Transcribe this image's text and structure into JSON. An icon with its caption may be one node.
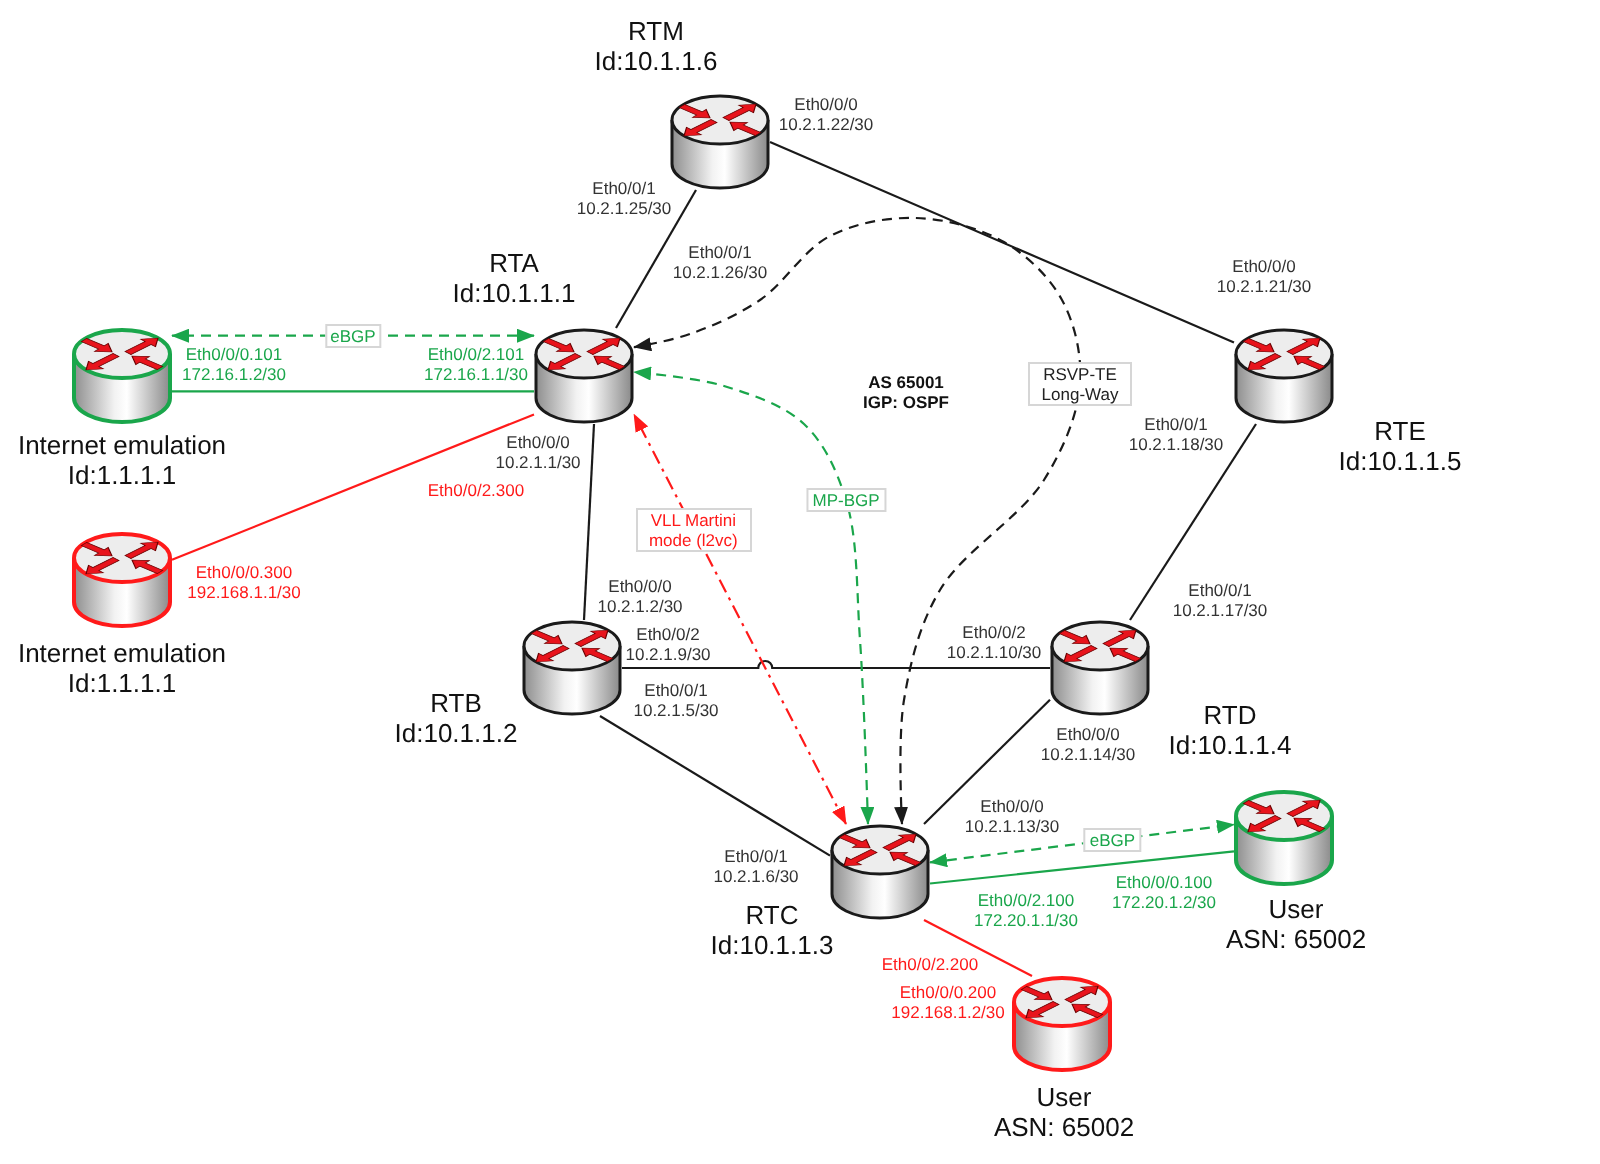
{
  "diagram": {
    "nodes": [
      {
        "text": [
          "RTM",
          "Id:10.1.1.6"
        ],
        "beside": [
          "Eth0/0/0 10.2.1.22/30",
          "Eth0/0/1 10.2.1.25/30"
        ]
      },
      {
        "text": [
          "RTA",
          "Id:10.1.1.1"
        ],
        "beside": [
          "Eth0/0/1 10.2.1.26/30",
          "Eth0/0/2.101 172.16.1.1/30",
          "Eth0/0/2.300",
          "Eth0/0/0 10.2.1.1/30"
        ]
      },
      {
        "text": [
          "Internet emulation",
          "Id:1.1.1.1"
        ],
        "beside": [
          "Eth0/0/0.101 172.16.1.2/30"
        ]
      },
      {
        "text": [
          "RTE",
          "Id:10.1.1.5"
        ],
        "beside": [
          "Eth0/0/0 10.2.1.21/30",
          "Eth0/0/1 10.2.1.18/30"
        ]
      },
      {
        "text": [
          "Internet emulation",
          "Id:1.1.1.1"
        ],
        "beside": [
          "Eth0/0/0.300 192.168.1.1/30"
        ]
      },
      {
        "text": [
          "RTB",
          "Id:10.1.1.2"
        ],
        "beside": [
          "Eth0/0/0 10.2.1.2/30",
          "Eth0/0/2 10.2.1.9/30",
          "Eth0/0/1 10.2.1.5/30"
        ]
      },
      {
        "text": [
          "RTD",
          "Id:10.1.1.4"
        ],
        "beside": [
          "Eth0/0/1 10.2.1.17/30",
          "Eth0/0/2 10.2.1.10/30",
          "Eth0/0/0 10.2.1.14/30"
        ]
      },
      {
        "text": [
          "RTC",
          "Id:10.1.1.3"
        ],
        "beside": [
          "Eth0/0/1 10.2.1.6/30",
          "Eth0/0/0 10.2.1.13/30",
          "Eth0/0/2.100 172.20.1.1/30",
          "Eth0/0/2.200"
        ]
      },
      {
        "text": [
          "User",
          "ASN: 65002"
        ],
        "beside": [
          "Eth0/0/0.100 172.20.1.2/30"
        ]
      },
      {
        "text": [
          "User",
          "ASN: 65002"
        ],
        "beside": [
          "Eth0/0/0.200 192.168.1.2/30"
        ]
      }
    ],
    "edges": [
      {
        "from": 0,
        "to": 1,
        "arrow": "none"
      },
      {
        "from": 0,
        "to": 3,
        "arrow": "none"
      },
      {
        "from": 1,
        "to": 2,
        "arrow": "none",
        "color": "#1aa64b"
      },
      {
        "from": 1,
        "to": 2,
        "arrow": "both",
        "label": "eBGP",
        "style": "dashed",
        "color": "#1aa64b"
      },
      {
        "from": 1,
        "to": 4,
        "arrow": "none",
        "color": "#ff1a1a"
      },
      {
        "from": 1,
        "to": 5,
        "arrow": "none"
      },
      {
        "from": 5,
        "to": 6,
        "arrow": "none"
      },
      {
        "from": 5,
        "to": 7,
        "arrow": "none"
      },
      {
        "from": 3,
        "to": 6,
        "arrow": "none"
      },
      {
        "from": 6,
        "to": 7,
        "arrow": "none"
      },
      {
        "from": 7,
        "to": 8,
        "arrow": "none",
        "color": "#1aa64b"
      },
      {
        "from": 7,
        "to": 8,
        "arrow": "both",
        "label": "eBGP",
        "style": "dashed",
        "color": "#1aa64b"
      },
      {
        "from": 7,
        "to": 9,
        "arrow": "none",
        "color": "#ff1a1a"
      },
      {
        "from": 7,
        "to": 1,
        "arrow": "both",
        "label": "VLL Martini mode (l2vc)",
        "style": "dashed",
        "color": "#ff1a1a"
      },
      {
        "from": 7,
        "to": 1,
        "arrow": "both",
        "label": "MP-BGP",
        "style": "dashed",
        "color": "#1aa64b"
      },
      {
        "from": 7,
        "to": 1,
        "arrow": "both",
        "label": "RSVP-TE Long-Way",
        "style": "dashed"
      }
    ],
    "labels": [
      "AS 65001 IGP: OSPF"
    ]
  }
}
